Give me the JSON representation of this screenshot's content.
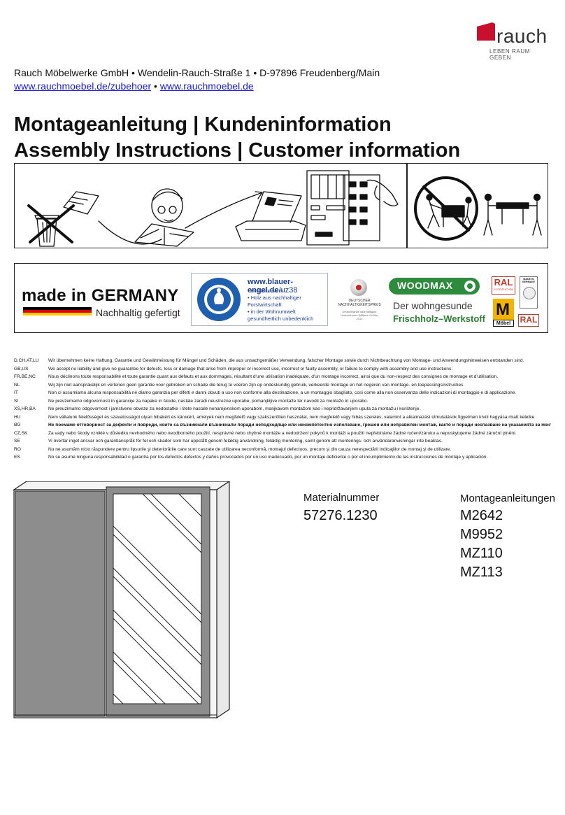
{
  "logo": {
    "wordmark": "rauch",
    "tagline": "LEBEN RAUM GEBEN",
    "mark_color": "#c8102e"
  },
  "address": {
    "line1": "Rauch Möbelwerke GmbH • Wendelin-Rauch-Straße 1 • D-97896 Freudenberg/Main",
    "link1": "www.rauchmoebel.de/zubehoer",
    "separator": " • ",
    "link2": "www.rauchmoebel.de"
  },
  "headings": {
    "de": "Montageanleitung | Kundeninformation",
    "en": "Assembly Instructions | Customer information"
  },
  "instruction_icons": [
    "do-not-discard-instructions-icon",
    "read-instructions-icon",
    "file-instructions-icon",
    "order-parts-form-icon",
    "do-not-drag-furniture-icon",
    "lift-furniture-icon"
  ],
  "certificates": {
    "made_in": "made in GERMANY",
    "made_in_sub": "Nachhaltig gefertigt",
    "flag_colors": [
      "#000000",
      "#dd0000",
      "#ffce00"
    ],
    "blauer_engel": {
      "url_prefix": "www.blauer-engel.de",
      "url_suffix": "/uz38",
      "items": [
        "emissionsarm",
        "Holz aus nachhaltiger Forstwirtschaft",
        "in der Wohnumwelt gesundheitlich unbedenklich"
      ],
      "color": "#1f5fb0"
    },
    "award": {
      "title": "DEUTSCHER NACHHALTIGKEITSPREIS",
      "sub": "Deutschlands nachhaltigste Unternehmen (Mittlere Größe) 2013"
    },
    "woodmax": {
      "name": "WOODMAX",
      "line1": "Der wohngesunde",
      "line2": "Frischholz–Werkstoff",
      "color": "#2e8b3d"
    },
    "ral_top": "RAL",
    "ral_top_sub": "GÜTEZEICHEN",
    "mobel_m": "M",
    "mobel_word": "Möbel",
    "germany_badge": "MADE IN GERMANY",
    "ral_bottom": "RAL"
  },
  "disclaimers": [
    {
      "c": "D,CH,AT,LU",
      "t": "Wir übernehmen keine Haftung, Garantie und Gewährleistung für Mängel und Schäden, die aus unsachgemäßer Verwendung, falscher Montage sowie durch Nichtbeachtung von Montage- und Anwendungshinweisen entstanden sind.",
      "b": false
    },
    {
      "c": "GB,US",
      "t": "We accept no liability and give no guarantee for defects, loss or damage that arise from improper or incorrect use, incorrect or faulty assembly, or failure to comply with assembly and use instructions.",
      "b": false
    },
    {
      "c": "FR,BE,NC",
      "t": "Nous déclinons toute responsabilité et toute garantie quant aux défauts et aux dommages, résultant d'une utilisation inadéquate, d'un montage incorrect, ainsi que du non-respect des consignes de montage et d'utilisation.",
      "b": false
    },
    {
      "c": "NL",
      "t": "Wij zijn niet aansprakelijk en verlenen geen garantie voor gebreken en schade die terug te voeren zijn op ondeskundig gebruik, verkeerde montage en het negeren van montage- en toepassingsinstructies.",
      "b": false
    },
    {
      "c": "IT",
      "t": "Non ci assumiamo alcuna responsabilità né diamo garanzia per difetti e danni dovuti a uso non conforme alla destinazione, a un montaggio sbagliato, così come alla non osservanza delle indicazioni di montaggio e di applicazione.",
      "b": false
    },
    {
      "c": "SI",
      "t": "Ne prevzemamo odgovornosti in garancije za napake in škode, nastale zaradi neustrezne uporabe, pomanjkljive montaže ter navodil za montažo in uporabo.",
      "b": false
    },
    {
      "c": "XS,HR,BA",
      "t": "Ne preuzimamo odgovornost i jamstvene obveze za nedostatke i štete nastale nenamjenskom uporabom, manjkavom montažom kao i nepridržavanjem uputa za montažu i korištenje.",
      "b": false
    },
    {
      "c": "HU",
      "t": "Nem vállalunk felelősséget és szavatosságot olyan hibákért és károkért, amelyek nem megfelelő vagy szakszerűtlen használat, nem megfelelő vagy hibás szerelés, valamint a alkalmazási útmutatások figyelmen kívül hagyása miatt keletke",
      "b": false
    },
    {
      "c": "BG",
      "t": "Не поемаме отговорност за дефекти и повреди, които са възникнали възникнали поради неподходящо или некомпетентно използване, грешен или неправилен монтаж, както и поради неспазване на указанията за монтаж и",
      "b": true
    },
    {
      "c": "CZ,SK",
      "t": "Za vady nebo škody vzniklé v důsledku nevhodného nebo neodborného použití, nesprávné nebo chybné montáže a nedodržení pokynů k montáži a použití nepřebíráme žádné ručení/záruku a neposkytujeme žádné záruční plnění.",
      "b": false
    },
    {
      "c": "SE",
      "t": "Vi övertar inget ansvar och garantianspråk för fel och skador som har uppstått genom felaktig användning, felaktig montering, samt genom att monterings- och användaranvisningar inte beaktas.",
      "b": false
    },
    {
      "c": "RO",
      "t": "Nu ne asumăm nicio răspundere pentru lipsurile şi deteriorările care sunt cauzate de utilizarea neconformă, montajul defectuos, precum şi din cauza nerespectării indicaţiilor de montaj şi de utilizare.",
      "b": false
    },
    {
      "c": "ES",
      "t": "No se asume ninguna responsabilidad o garantía por los defectos defectos y daños provocados por un uso inadecuado, por un montaje deficiente o por el incumplimiento de las instrucciones de montaje y aplicación.",
      "b": false
    }
  ],
  "product": {
    "panel_color": "#8d8d8d",
    "frame_color": "#f4f4f4"
  },
  "material": {
    "label": "Materialnummer",
    "number": "57276.1230"
  },
  "manuals": {
    "label": "Montageanleitungen",
    "items": [
      "M2642",
      "M9952",
      "MZ110",
      "MZ113"
    ]
  }
}
